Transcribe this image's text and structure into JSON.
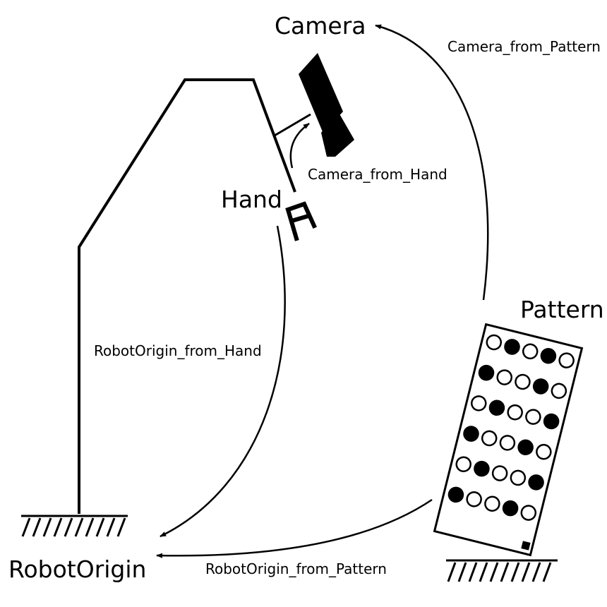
{
  "labels": {
    "camera": "Camera",
    "hand": "Hand",
    "pattern": "Pattern",
    "robot_origin": "RobotOrigin"
  },
  "transforms": {
    "camera_from_pattern": "Camera_from_Pattern",
    "camera_from_hand": "Camera_from_Hand",
    "robotorigin_from_hand": "RobotOrigin_from_Hand",
    "robotorigin_from_pattern": "RobotOrigin_from_Pattern"
  },
  "pattern_grid": {
    "rows": 6,
    "cols": 5,
    "fills": [
      [
        0,
        1,
        0,
        1,
        0
      ],
      [
        1,
        0,
        0,
        1,
        0
      ],
      [
        0,
        1,
        0,
        0,
        1
      ],
      [
        1,
        0,
        0,
        1,
        0
      ],
      [
        0,
        1,
        0,
        0,
        1
      ],
      [
        1,
        0,
        0,
        1,
        0
      ]
    ]
  },
  "colors": {
    "ink": "#000000",
    "background": "#ffffff"
  }
}
